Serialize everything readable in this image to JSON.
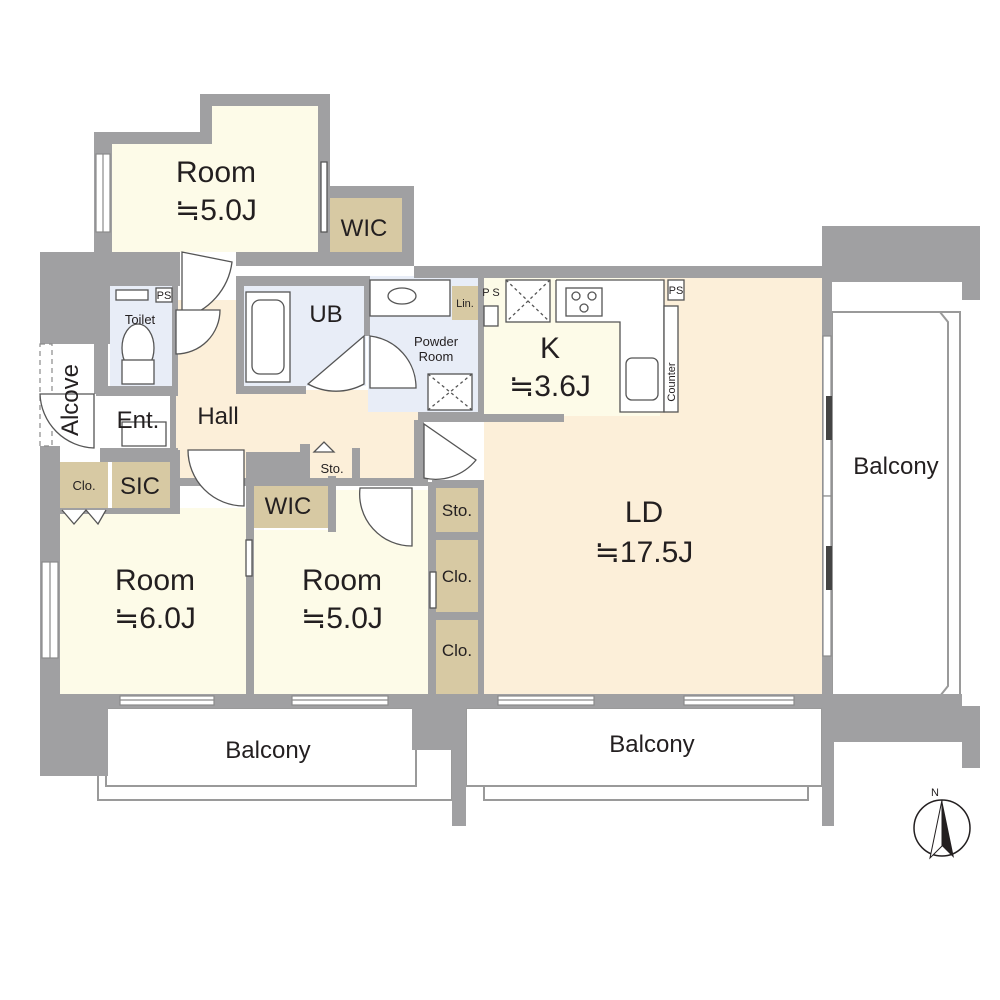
{
  "rooms": {
    "room_north": {
      "name": "Room",
      "size": "≒5.0J"
    },
    "room_west": {
      "name": "Room",
      "size": "≒6.0J"
    },
    "room_center": {
      "name": "Room",
      "size": "≒5.0J"
    },
    "ld": {
      "name": "LD",
      "size": "≒17.5J"
    },
    "kitchen": {
      "name": "K",
      "size": "≒3.6J"
    },
    "hall": {
      "name": "Hall"
    },
    "entrance": {
      "name": "Ent."
    },
    "alcove": {
      "name": "Alcove"
    },
    "toilet": {
      "name": "Toilet"
    },
    "ub": {
      "name": "UB"
    },
    "powder_room": {
      "name": "Powder\nRoom",
      "line1": "Powder",
      "line2": "Room"
    }
  },
  "storage": {
    "wic_north": "WIC",
    "wic_center": "WIC",
    "sic": "SIC",
    "clo_west": "Clo.",
    "sto_hall": "Sto.",
    "sto_ld": "Sto.",
    "clo_ld_1": "Clo.",
    "clo_ld_2": "Clo.",
    "linen": "Lin."
  },
  "fixtures": {
    "ps_toilet": "PS",
    "ps_kitchen_left": "P S",
    "ps_kitchen_right": "PS",
    "counter": "Counter"
  },
  "balconies": {
    "east": "Balcony",
    "south_west": "Balcony",
    "south_center": "Balcony"
  },
  "compass": {
    "north_label": "N",
    "icon": "north-arrow-icon"
  },
  "colors": {
    "wall": "#a0a0a2",
    "room_yellow": "#fdfbe8",
    "room_peach": "#fcefd9",
    "wet_blue": "#e8edf7",
    "storage_khaki": "#d7c9a3",
    "balcony_outline": "#9a9a9a"
  }
}
